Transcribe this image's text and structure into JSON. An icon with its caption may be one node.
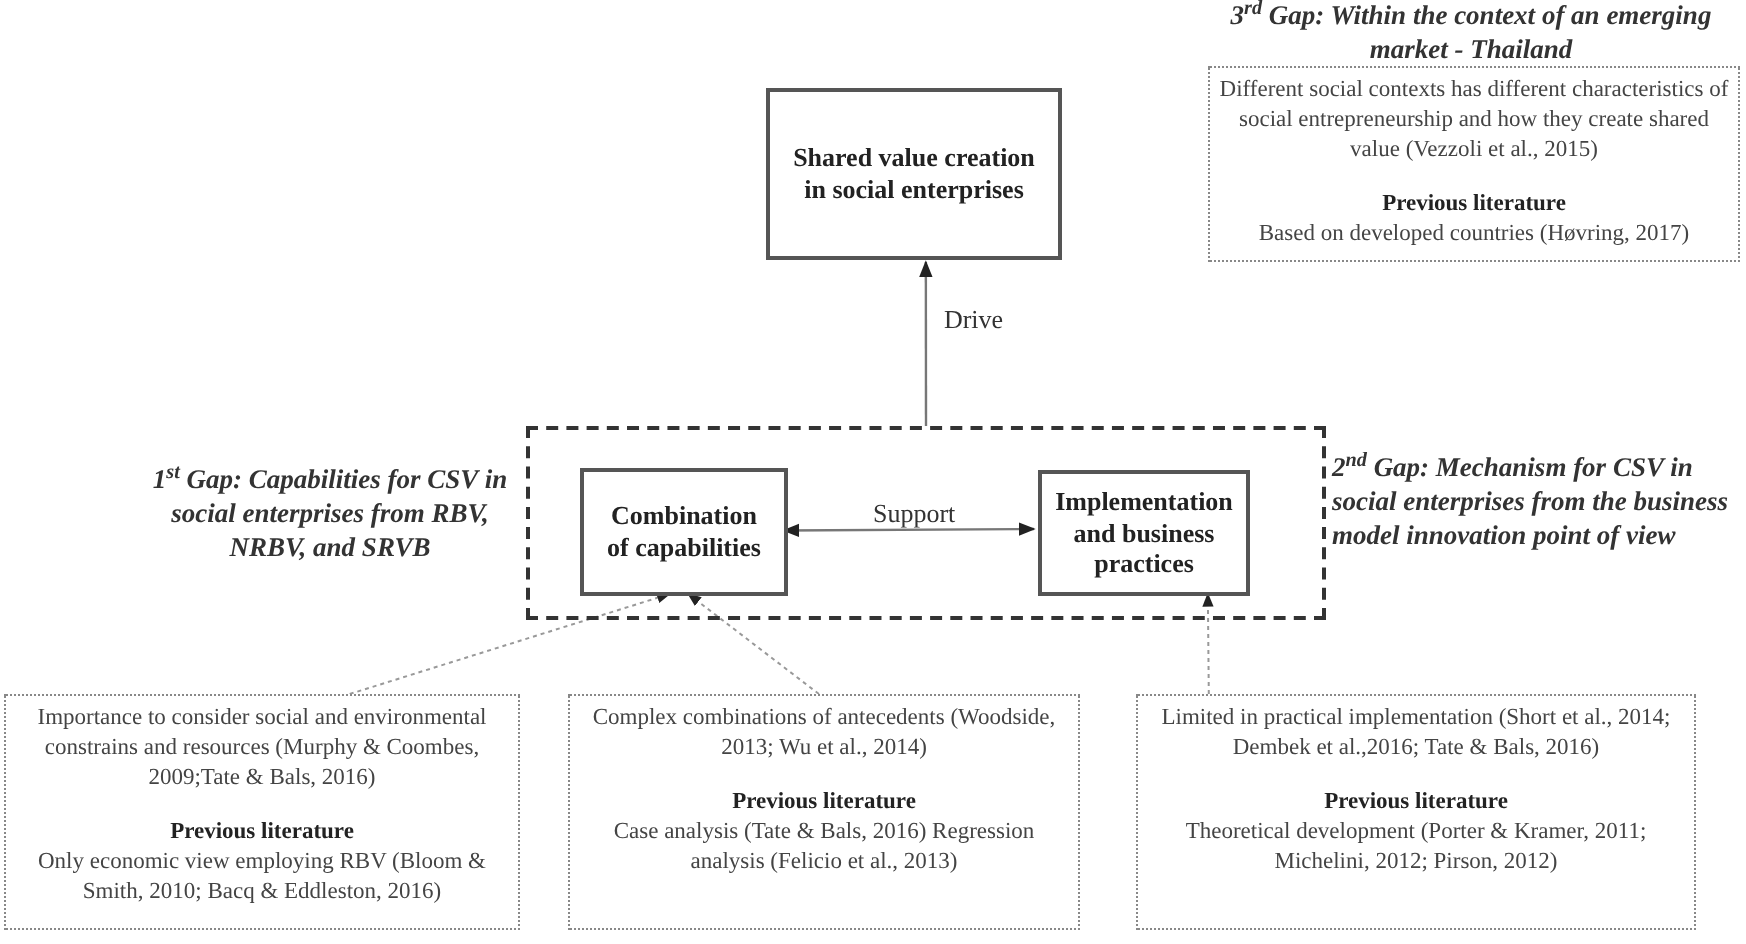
{
  "diagram": {
    "nodes": [
      {
        "text": [
          "Shared value creation in social enterprises"
        ]
      },
      {
        "text": [],
        "shape": "box"
      },
      {
        "text": [
          "Combination of capabilities"
        ],
        "in": 1
      },
      {
        "text": [
          "Implementation and business practices"
        ],
        "in": 1
      },
      {
        "text": [
          "Different social contexts has different characteristics of social entrepreneurship and how they create shared value (Vezzoli et al., 2015)",
          "Previous literature",
          "Based on developed countries (Høvring, 2017)"
        ]
      },
      {
        "text": [
          "Importance to consider social and environmental constrains and resources (Murphy & Coombes, 2009;Tate & Bals, 2016)",
          "Previous literature",
          "Only economic view employing RBV (Bloom & Smith, 2010; Bacq & Eddleston, 2016)"
        ]
      },
      {
        "text": [
          "Complex combinations of antecedents (Woodside, 2013; Wu et al., 2014)",
          "Previous literature",
          "Case analysis (Tate & Bals, 2016) Regression analysis (Felicio et al., 2013)"
        ]
      },
      {
        "text": [
          "Limited in practical implementation (Short et al., 2014; Dembek et al.,2016; Tate & Bals, 2016)",
          "Previous literature",
          "Theoretical development (Porter & Kramer, 2011; Michelini, 2012; Pirson, 2012)"
        ]
      }
    ],
    "edges": [
      {
        "from": 1,
        "to": 0,
        "arrow": "to",
        "label": "Drive"
      },
      {
        "from": 2,
        "to": 3,
        "arrow": "both",
        "label": "Support"
      },
      {
        "from": 5,
        "to": 2,
        "arrow": "to",
        "style": "dashed"
      },
      {
        "from": 6,
        "to": 2,
        "arrow": "to",
        "style": "dashed"
      },
      {
        "from": 7,
        "to": 3,
        "arrow": "to",
        "style": "dashed"
      }
    ],
    "labels": [
      "3$^{rd}$ Gap: Within the context of an emerging market - Thailand",
      "1$^{st}$ Gap: Capabilities for CSV in social enterprises from RBV, NRBV, and SRVB",
      "2$^{nd}$ Gap: Mechanism for CSV in social enterprises from the business model innovation point of view"
    ]
  }
}
